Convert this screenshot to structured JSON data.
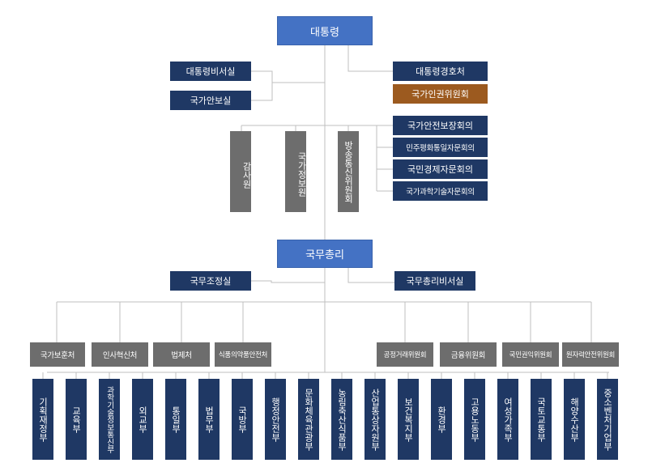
{
  "president": "대통령",
  "president_left": [
    "대통령비서실",
    "국가안보실"
  ],
  "president_right_security": "대통령경호처",
  "president_right_rights": "국가인권위원회",
  "independent": [
    "감사원",
    "국가정보원",
    "방송통신위원회"
  ],
  "councils": [
    "국가안전보장회의",
    "민주평화통일자문회의",
    "국민경제자문회의",
    "국가과학기술자문회의"
  ],
  "pm": "국무총리",
  "pm_left": "국무조정실",
  "pm_right": "국무총리비서실",
  "pm_agencies_left": [
    "국가보훈처",
    "인사혁신처",
    "법제처",
    "식품의약품안전처"
  ],
  "pm_agencies_right": [
    "공정거래위원회",
    "금융위원회",
    "국민권익위원회",
    "원자력안전위원회"
  ],
  "ministries": [
    "기획재정부",
    "교육부",
    "과학기술정보통신부",
    "외교부",
    "통일부",
    "법무부",
    "국방부",
    "행정안전부",
    "문화체육관광부",
    "농림축산식품부",
    "산업통상자원부",
    "보건복지부",
    "환경부",
    "고용노동부",
    "여성가족부",
    "국토교통부",
    "해양수산부",
    "중소벤처기업부"
  ],
  "colors": {
    "blue": "#4472c4",
    "navy": "#1f3864",
    "gray": "#6d6d6d",
    "brown": "#9c5a1f",
    "line": "#bfbfbf"
  }
}
